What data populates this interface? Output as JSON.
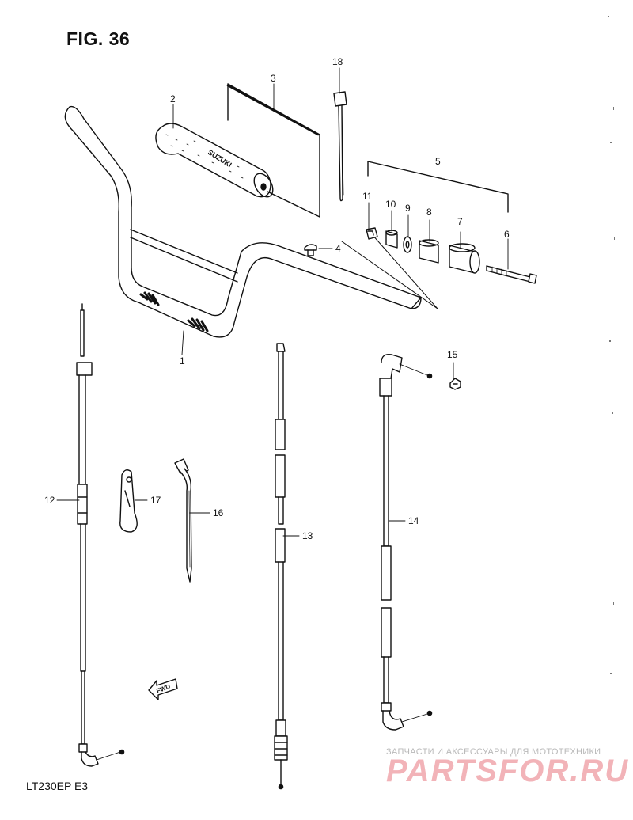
{
  "figure": {
    "title": "FIG. 36",
    "model": "LT230EP  E3"
  },
  "watermark": {
    "tagline": "ЗАПЧАСТИ И АКСЕССУАРЫ ДЛЯ МОТОТЕХНИКИ",
    "brand": "PARTSFOR.RU",
    "color": "#f2b3b8"
  },
  "grip_print": "SUZUKI",
  "fwd_arrow": "FWD",
  "callouts": [
    "1",
    "2",
    "3",
    "4",
    "5",
    "6",
    "7",
    "8",
    "9",
    "10",
    "11",
    "12",
    "13",
    "14",
    "15",
    "16",
    "17",
    "18"
  ]
}
